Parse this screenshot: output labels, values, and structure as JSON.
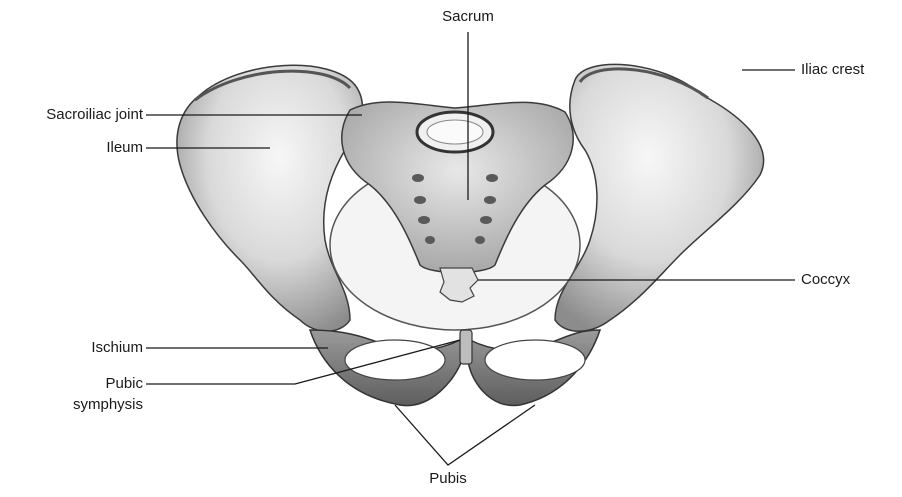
{
  "figure": {
    "labels": {
      "sacrum": "Sacrum",
      "iliac_crest": "Iliac crest",
      "sacroiliac_joint": "Sacroiliac joint",
      "ileum": "Ileum",
      "coccyx": "Coccyx",
      "ischium": "Ischium",
      "pubic_symphysis_line1": "Pubic",
      "pubic_symphysis_line2": "symphysis",
      "pubis": "Pubis"
    }
  },
  "colors": {
    "bone_light": "#f2f2f2",
    "bone_mid": "#cfcfcf",
    "bone_dark": "#7a7a7a",
    "outline": "#3a3a3a",
    "leader_line": "#1a1a1a",
    "text": "#1a1a1a"
  }
}
